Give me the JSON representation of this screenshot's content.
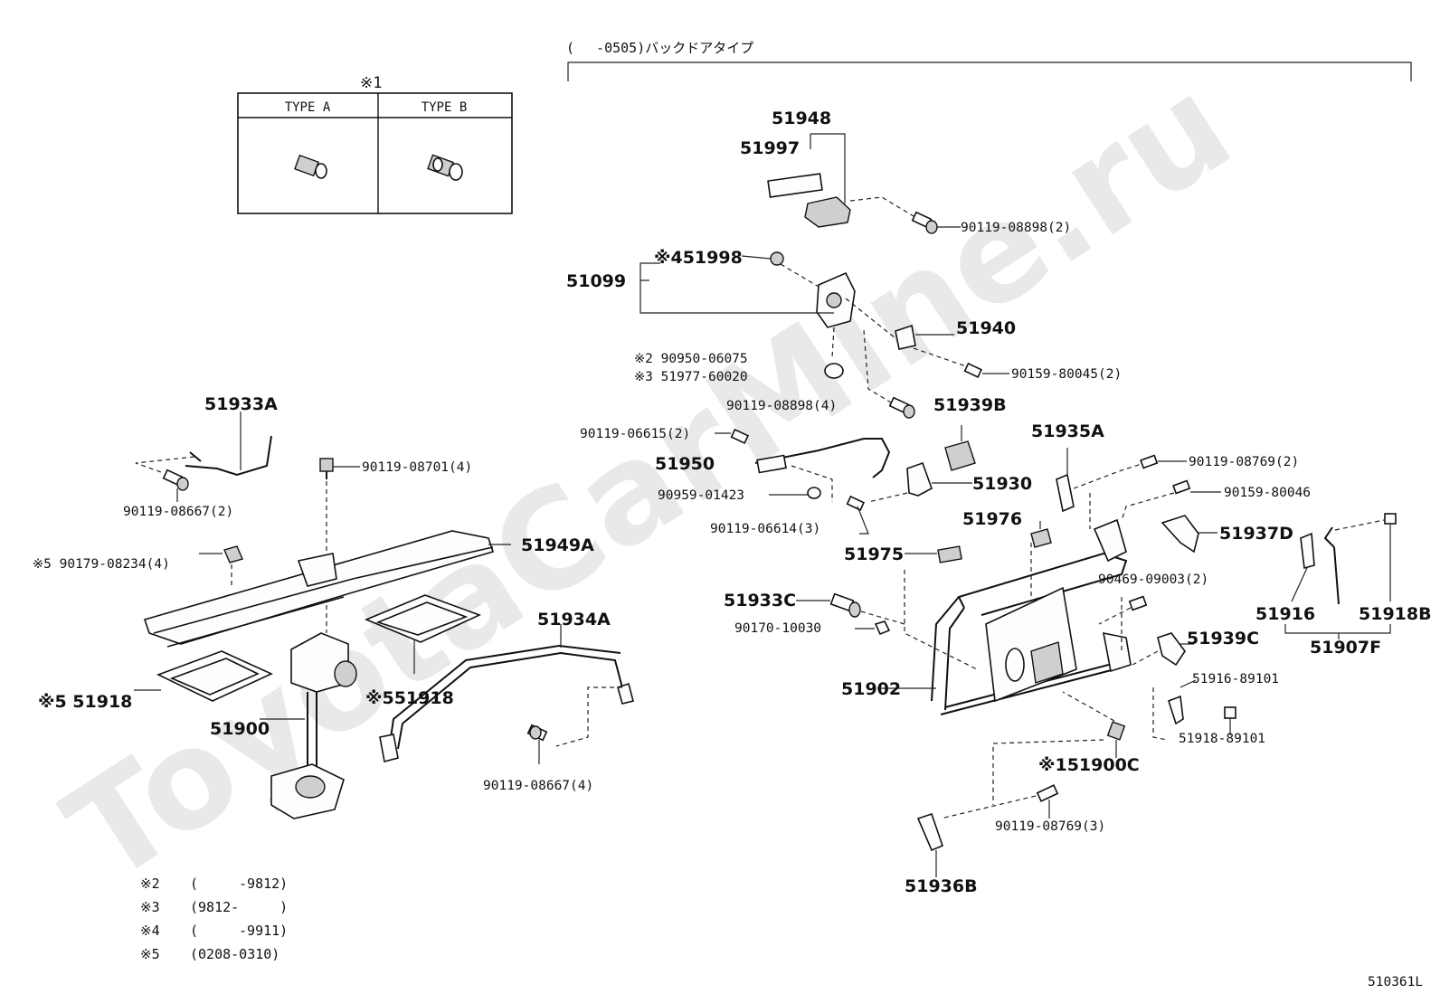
{
  "header": {
    "variant_title": "(　 -0505)バックドアタイプ",
    "drawing_code": "510361L"
  },
  "watermark": "ToyotaCarMine.ru",
  "type_table": {
    "marker": "※1",
    "col_a": "TYPE A",
    "col_b": "TYPE B"
  },
  "labels": {
    "p51948": "51948",
    "p51997": "51997",
    "p90119_08898_2": "90119-08898(2)",
    "p51998": "※451998",
    "p51099": "51099",
    "p51940": "51940",
    "p90950": "※2 90950-06075",
    "p51977": "※3 51977-60020",
    "p90159_80045": "90159-80045(2)",
    "p90119_08898_4": "90119-08898(4)",
    "p51939B": "51939B",
    "p90119_06615": "90119-06615(2)",
    "p51950": "51950",
    "p51935A": "51935A",
    "p90119_08769_2": "90119-08769(2)",
    "p90959": "90959-01423",
    "p51930": "51930",
    "p90159_80046": "90159-80046",
    "p90119_06614": "90119-06614(3)",
    "p51976": "51976",
    "p51937D": "51937D",
    "p51975": "51975",
    "p51933C": "51933C",
    "p90469": "90469-09003(2)",
    "p51916": "51916",
    "p51918B": "51918B",
    "p90170": "90170-10030",
    "p51907F": "51907F",
    "p51939C": "51939C",
    "p51902": "51902",
    "p51916_89101": "51916-89101",
    "p51918_89101": "51918-89101",
    "p51900C": "※151900C",
    "p90119_08769_3": "90119-08769(3)",
    "p51936B": "51936B",
    "p51933A": "51933A",
    "p90119_08701": "90119-08701(4)",
    "p90119_08667_2": "90119-08667(2)",
    "p51949A": "51949A",
    "p90179": "※5 90179-08234(4)",
    "p51934A": "51934A",
    "p51918_left": "※5 51918",
    "p51918_mid": "※551918",
    "p51900": "51900",
    "p90119_08667_4": "90119-08667(4)"
  },
  "notes": [
    {
      "mark": "※2",
      "range": "(　　　-9812)"
    },
    {
      "mark": "※3",
      "range": "(9812-　　　)"
    },
    {
      "mark": "※4",
      "range": "(　　　-9911)"
    },
    {
      "mark": "※5",
      "range": "(0208-0310)"
    }
  ]
}
